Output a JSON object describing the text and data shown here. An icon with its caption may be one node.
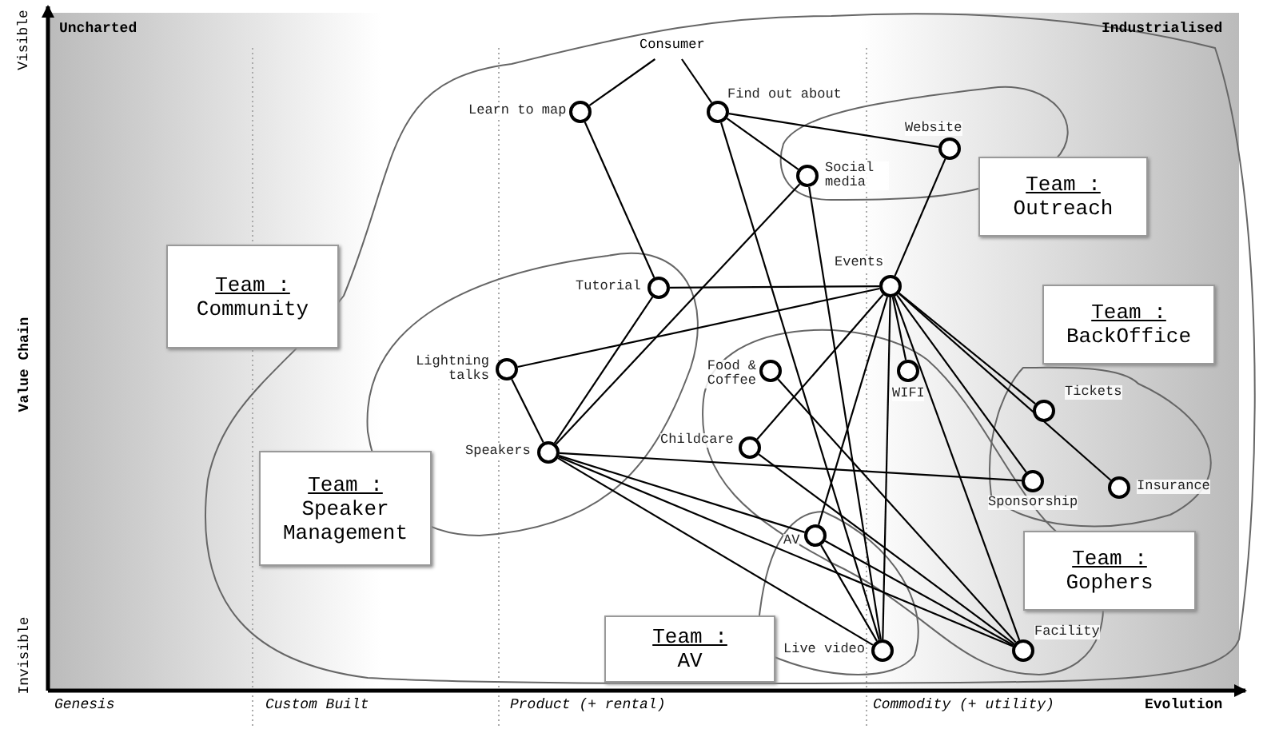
{
  "diagram": {
    "nodes": [
      {
        "text": [
          "Consumer"
        ]
      },
      {
        "text": [
          "Learn to map"
        ]
      },
      {
        "text": [
          "Find out about"
        ]
      },
      {
        "text": [
          "Website"
        ]
      },
      {
        "text": [
          "Social media"
        ]
      },
      {
        "text": [
          "Team :",
          "Outreach"
        ]
      },
      {
        "text": [
          "Team :",
          "Community"
        ]
      },
      {
        "text": [
          "Tutorial"
        ]
      },
      {
        "text": [
          "Events"
        ]
      },
      {
        "text": [
          "Team :",
          "BackOffice"
        ]
      },
      {
        "text": [
          "Lightning talks"
        ]
      },
      {
        "text": [
          "WIFI"
        ]
      },
      {
        "text": [
          "Tickets"
        ]
      },
      {
        "text": [
          "Food & Coffee"
        ]
      },
      {
        "text": [
          "Childcare"
        ]
      },
      {
        "text": [
          "Speakers"
        ]
      },
      {
        "text": [
          "Team :",
          "Speaker Management"
        ]
      },
      {
        "text": [
          "Sponsorship"
        ]
      },
      {
        "text": [
          "Insurance"
        ]
      },
      {
        "text": [
          "Team :",
          "Gophers"
        ]
      },
      {
        "text": [
          "AV"
        ]
      },
      {
        "text": [
          "Team :",
          "AV"
        ]
      },
      {
        "text": [
          "Live video"
        ]
      },
      {
        "text": [
          "Facility"
        ]
      }
    ],
    "edges": [
      {
        "from": 0,
        "to": 1,
        "arrow": "none"
      },
      {
        "from": 0,
        "to": 2,
        "arrow": "none"
      },
      {
        "from": 1,
        "to": 7,
        "arrow": "none"
      },
      {
        "from": 2,
        "to": 3,
        "arrow": "none"
      },
      {
        "from": 2,
        "to": 4,
        "arrow": "none"
      },
      {
        "from": 2,
        "to": 22,
        "arrow": "none"
      },
      {
        "from": 3,
        "to": 8,
        "arrow": "none"
      },
      {
        "from": 4,
        "to": 15,
        "arrow": "none"
      },
      {
        "from": 4,
        "to": 22,
        "arrow": "none"
      },
      {
        "from": 7,
        "to": 8,
        "arrow": "none"
      },
      {
        "from": 7,
        "to": 15,
        "arrow": "none"
      },
      {
        "from": 10,
        "to": 8,
        "arrow": "none"
      },
      {
        "from": 10,
        "to": 15,
        "arrow": "none"
      },
      {
        "from": 8,
        "to": 11,
        "arrow": "none"
      },
      {
        "from": 8,
        "to": 14,
        "arrow": "none"
      },
      {
        "from": 8,
        "to": 20,
        "arrow": "none"
      },
      {
        "from": 8,
        "to": 22,
        "arrow": "none"
      },
      {
        "from": 8,
        "to": 23,
        "arrow": "none"
      },
      {
        "from": 8,
        "to": 12,
        "arrow": "none"
      },
      {
        "from": 8,
        "to": 17,
        "arrow": "none"
      },
      {
        "from": 8,
        "to": 18,
        "arrow": "none"
      },
      {
        "from": 13,
        "to": 23,
        "arrow": "none"
      },
      {
        "from": 14,
        "to": 23,
        "arrow": "none"
      },
      {
        "from": 15,
        "to": 17,
        "arrow": "none"
      },
      {
        "from": 15,
        "to": 20,
        "arrow": "none"
      },
      {
        "from": 15,
        "to": 22,
        "arrow": "none"
      },
      {
        "from": 15,
        "to": 23,
        "arrow": "none"
      },
      {
        "from": 20,
        "to": 22,
        "arrow": "none"
      },
      {
        "from": 20,
        "to": 23,
        "arrow": "none"
      }
    ],
    "labels": [
      "Uncharted",
      "Industrialised",
      "Visible",
      "Value Chain",
      "Invisible",
      "Genesis",
      "Custom Built",
      "Product (+ rental)",
      "Commodity (+ utility)",
      "Evolution"
    ]
  }
}
